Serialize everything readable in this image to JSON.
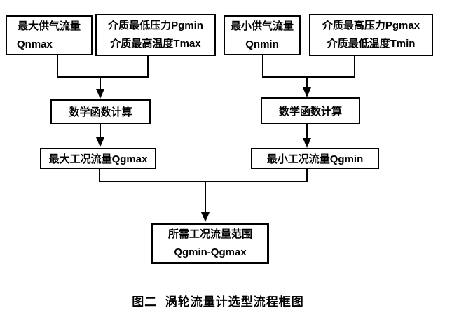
{
  "figure": {
    "type": "flowchart",
    "background": "#ffffff",
    "line_color": "#000000",
    "text_color": "#000000",
    "caption": "图二  涡轮流量计选型流程框图",
    "nodes": {
      "qnmax": {
        "line1": "最大供气流量",
        "line2": "Qnmax"
      },
      "pgmin_tmax": {
        "line1": "介质最低压力Pgmin",
        "line2": "介质最高温度Tmax"
      },
      "qnmin": {
        "line1": "最小供气流量",
        "line2": "Qnmin"
      },
      "pgmax_tmin": {
        "line1": "介质最高压力Pgmax",
        "line2": "介质最低温度Tmin"
      },
      "calc_left": {
        "label": "数学函数计算"
      },
      "calc_right": {
        "label": "数学函数计算"
      },
      "qgmax": {
        "label": "最大工况流量Qgmax"
      },
      "qgmin": {
        "label": "最小工况流量Qgmin"
      },
      "result": {
        "line1": "所需工况流量范围",
        "line2": "Qgmin-Qgmax"
      }
    }
  }
}
